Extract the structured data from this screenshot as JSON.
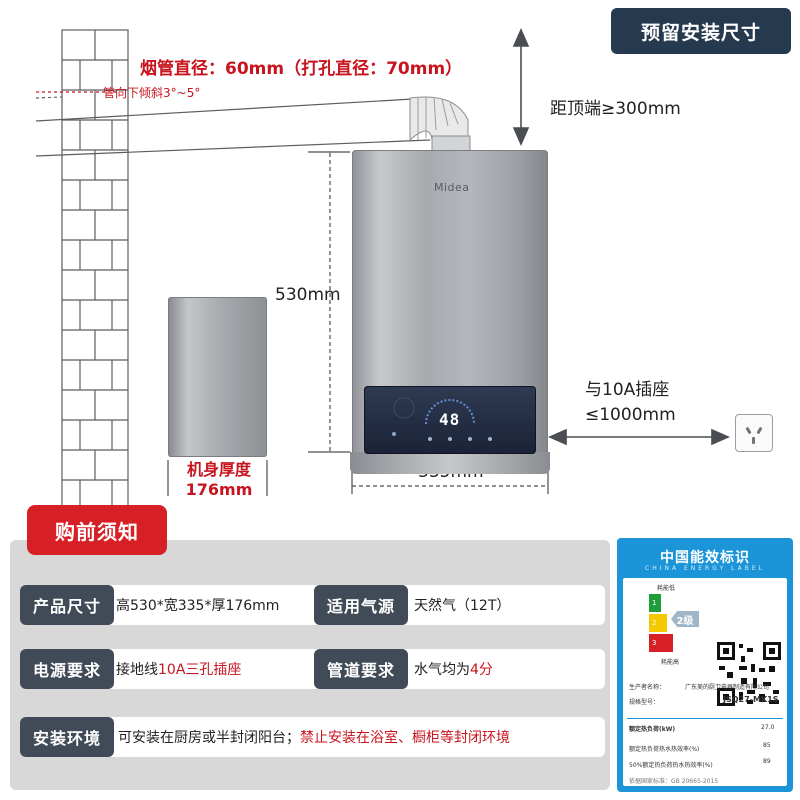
{
  "header": {
    "title": "预留安装尺寸"
  },
  "dimensions": {
    "flue_diameter": "烟管直径：60mm（打孔直径：70mm）",
    "tilt": "管向下倾斜3°~5°",
    "top_clearance": "距顶端≥300mm",
    "height": "530mm",
    "socket_line1": "与10A插座",
    "socket_line2": "≤1000mm",
    "width": "335mm",
    "depth_label": "机身厚度",
    "depth_value": "176mm"
  },
  "heater": {
    "brand": "Midea",
    "temperature": "48"
  },
  "notice": {
    "title": "购前须知",
    "rows": [
      {
        "tag": "产品尺寸",
        "value": "高530*宽335*厚176mm",
        "tag2": "适用气源",
        "value2": "天然气（12T）"
      },
      {
        "tag": "电源要求",
        "value_prefix": "接地线",
        "value_highlight": "10A三孔插座",
        "tag2": "管道要求",
        "value2_prefix": "水气均为",
        "value2_highlight": "4分"
      },
      {
        "tag": "安装环境",
        "value_prefix": "可安装在厨房或半封闭阳台；",
        "value_highlight": "禁止安装在浴室、橱柜等封闭环境"
      }
    ]
  },
  "energy_label": {
    "title": "中国能效标识",
    "subtitle": "CHINA ENERGY LABEL",
    "grade_caption": "耗能低",
    "grade_caption_high": "耗能高",
    "grade": "2级",
    "grade_colors": [
      "#1f9d3a",
      "#f6c800",
      "#d71f26"
    ],
    "levels": [
      "1",
      "2",
      "3"
    ],
    "manufacturer_label": "生产者名称：",
    "manufacturer": "广东美的厨卫电器制造有限公司",
    "model_label": "规格型号：",
    "model": "JSQ27-MK1S",
    "rated_load_label": "额定热负荷(kW)",
    "rated_load": "27.0",
    "eff1_label": "额定热负荷热水热效率(%)",
    "eff1": "85",
    "eff2_label": "50%额定热负荷热水热效率(%)",
    "eff2": "89",
    "standard": "依据国家标准：GB 20665-2015"
  }
}
